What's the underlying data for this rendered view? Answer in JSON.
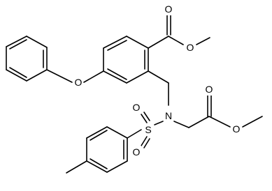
{
  "diagram": {
    "type": "chemical-structure",
    "atoms": {
      "o_phenoxy": "O",
      "o_ester1_carbonyl": "O",
      "o_ester1_ether": "O",
      "n_sulfonamide": "N",
      "s_sulfonyl": "S",
      "o_sulfonyl_top": "O",
      "o_sulfonyl_bottom": "O",
      "o_ester2_carbonyl": "O",
      "o_ester2_ether": "O"
    }
  }
}
